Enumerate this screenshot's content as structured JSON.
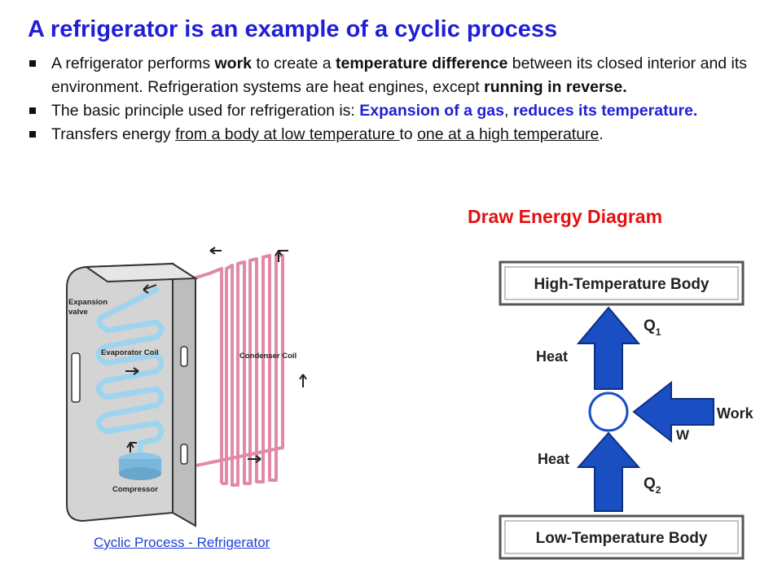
{
  "title": "A refrigerator is an example of a cyclic process",
  "bullets": [
    {
      "parts": [
        "A refrigerator performs ",
        "work",
        " to create a ",
        "temperature difference",
        " between its closed interior and its environment. Refrigeration systems are heat engines, except ",
        "running in reverse."
      ]
    },
    {
      "parts": [
        "The basic principle used for refrigeration is: ",
        "Expansion of a gas",
        ", ",
        "reduces its temperature."
      ]
    },
    {
      "parts": [
        "Transfers energy ",
        "from a body at low temperature ",
        "to ",
        "one at a high temperature",
        "."
      ]
    }
  ],
  "energy_heading": "Draw Energy Diagram",
  "fridge": {
    "labels": {
      "expansion": "Expansion valve",
      "expansion_line1": "Expansion",
      "expansion_line2": "valve",
      "evaporator": "Evaporator Coil",
      "condenser": "Condenser Coil",
      "compressor": "Compressor"
    },
    "colors": {
      "evaporator": "#9fd4ee",
      "condenser": "#e08aa8",
      "body": "#d4d4d4"
    }
  },
  "energy_diagram": {
    "high_body": "High-Temperature Body",
    "low_body": "Low-Temperature Body",
    "heat_top": "Heat",
    "heat_bottom": "Heat",
    "q1": "Q",
    "q1_sub": "1",
    "q2": "Q",
    "q2_sub": "2",
    "work": "Work",
    "w": "W",
    "colors": {
      "arrow": "#1a4fc4",
      "box_border": "#555555"
    }
  },
  "caption_link": "Cyclic Process - Refrigerator"
}
